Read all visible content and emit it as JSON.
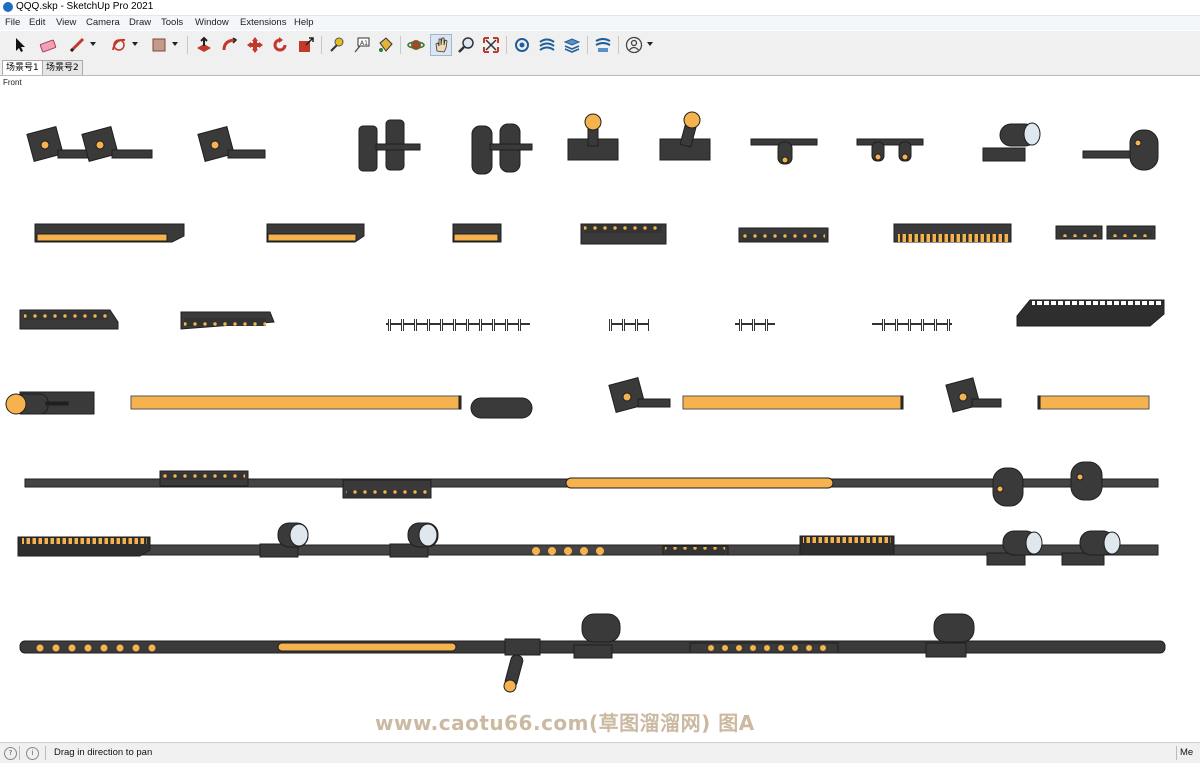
{
  "window": {
    "title": "QQQ.skp - SketchUp Pro 2021"
  },
  "menu": [
    "File",
    "Edit",
    "View",
    "Camera",
    "Draw",
    "Tools",
    "Window",
    "Extensions",
    "Help"
  ],
  "toolbar": {
    "tools": [
      "select-icon",
      "eraser-icon",
      "pencil-icon",
      "arc-icon",
      "rectangle-icon",
      "push-pull-icon",
      "follow-me-icon",
      "move-icon",
      "rotate-icon",
      "scale-icon",
      "tape-measure-icon",
      "text-icon",
      "paint-bucket-icon",
      "orbit-icon",
      "pan-icon",
      "zoom-icon",
      "zoom-extents-icon",
      "warehouse-icon",
      "extension-icon",
      "layers-icon",
      "extension-warehouse-icon",
      "account-icon"
    ],
    "active_tool": "pan-icon"
  },
  "scene_tabs": [
    "场景号1",
    "场景号2"
  ],
  "view": {
    "label": "Front"
  },
  "watermark": "www.caotu66.com(草图溜溜网) 图A",
  "status": {
    "text": "Drag in direction to pan",
    "right": "Me"
  },
  "colors": {
    "fixture": "#3a3a3a",
    "light": "#f6b24e",
    "track": "#444444"
  }
}
